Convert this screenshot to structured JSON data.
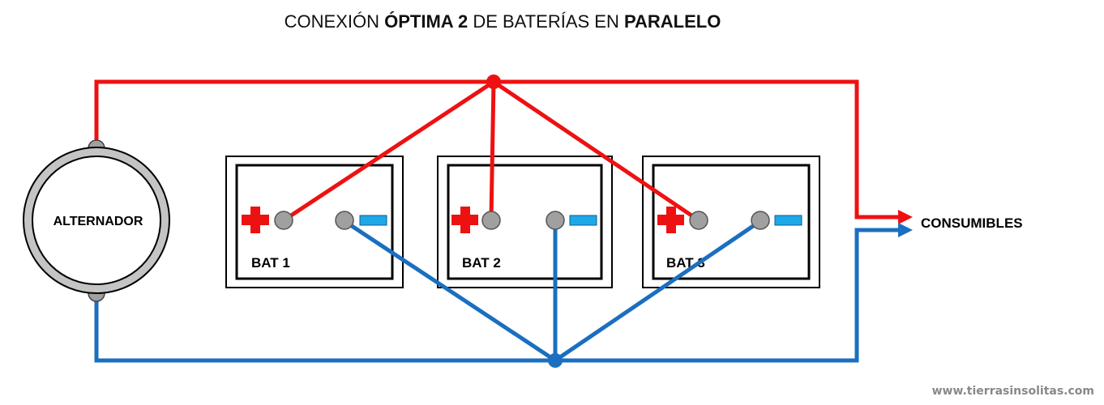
{
  "title": {
    "part1": "CONEXIÓN ",
    "part2": "ÓPTIMA 2",
    "part3": " DE BATERÍAS EN ",
    "part4": "PARALELO"
  },
  "alternator": {
    "label": "ALTERNADOR"
  },
  "batteries": [
    {
      "label": "BAT 1"
    },
    {
      "label": "BAT 2"
    },
    {
      "label": "BAT 3"
    }
  ],
  "output": {
    "label": "CONSUMIBLES"
  },
  "footer": {
    "website": "www.tierrasinsolitas.com"
  },
  "colors": {
    "positive": "#ee1111",
    "negative": "#1a6fc0",
    "terminal": "#a0a0a0",
    "negative_symbol": "#1fa8e8"
  }
}
